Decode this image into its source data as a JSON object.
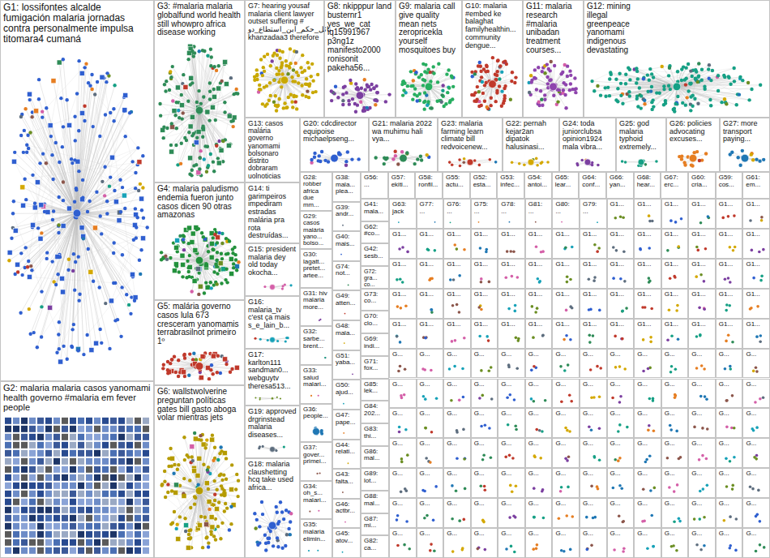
{
  "diagram": {
    "nodes": [
      {
        "text": [
          "G1: lossifontes alcalde fumigación malaria jornadas contra personalmente impulsa titomara4 cumaná"
        ]
      },
      {
        "text": [
          "G2: malaria malaria casos yanomami health governo #malaria em fever people"
        ]
      },
      {
        "text": [
          "G3: #malaria malaria globalfund world health still whowpro africa disease working"
        ]
      },
      {
        "text": [
          "G4: malaria paludismo endemia fueron junto casos dicen 90 otras amazonas"
        ]
      },
      {
        "text": [
          "G5: malária governo casos lula 673 cresceram yanomamis terrabrasilnot primeiro 1º"
        ]
      },
      {
        "text": [
          "G6: wallstwolverine preguntan políticas gates bill gasto aboga volar mientras jets"
        ]
      },
      {
        "text": [
          "G7: hearing yousaf malaria client lawyer outset suffering # نائل_حكم_ابن_استطاع_دو khanzadaa3 therefore"
        ]
      },
      {
        "text": [
          "G8: nkipppur land busternr1 yes_we_cat iq15991967 p3ng1z manifesto2000 ronisonit pakeha56..."
        ]
      },
      {
        "text": [
          "G9: malaria call give quality mean nets zeropricekla yourself mosquitoes buy"
        ]
      },
      {
        "text": [
          "G10: malaria #embed ke balaghat familyhealthin... community dengue..."
        ]
      },
      {
        "text": [
          "G11: malaria research #malaria unibadan treatment courses..."
        ]
      },
      {
        "text": [
          "G12: mining illegal greenpeace yanomami indigenous devastating"
        ]
      },
      {
        "text": [
          "G13: casos malária governo yanomami bolsonaro distrito dobraram uolnoticias"
        ]
      },
      {
        "text": [
          "G20: cdcdirector equipoise michaelpseng..."
        ]
      },
      {
        "text": [
          "G21: malaria 2022 wa muhimu hali vya..."
        ]
      },
      {
        "text": [
          "G23: malaria farming learn climate bill redvoicenew..."
        ]
      },
      {
        "text": [
          "G22: pernah kejar2an dipatok halusinasi..."
        ]
      },
      {
        "text": [
          "G24: toda juniorclubsa opinion1924 mala vibra..."
        ]
      },
      {
        "text": [
          "G25: god malaria typhoid extremely..."
        ]
      },
      {
        "text": [
          "G26: policies advocating excuses..."
        ]
      },
      {
        "text": [
          "G27: more transport paying..."
        ]
      },
      {
        "text": [
          "G14: ti garimpeiros impediram estradas malária pra rota destruídas..."
        ]
      },
      {
        "text": [
          "G15: president malaria dey old today okocha..."
        ]
      },
      {
        "text": [
          "G16: malaria_tv c'est ça mais s_e_lain_b..."
        ]
      },
      {
        "text": [
          "G17: karlton111 sandman0... webguytv theresa513..."
        ]
      },
      {
        "text": [
          "G19: approved drgrinstead malaria diseases..."
        ]
      },
      {
        "text": [
          "G18: malaria claushetting hcq take used africa..."
        ]
      },
      {
        "text": [
          "G28: robber africa due mm..."
        ]
      },
      {
        "text": [
          "G29: casos malária yano... bolso..."
        ]
      },
      {
        "text": [
          "G30: lagatt... pretet... artee..."
        ]
      },
      {
        "text": [
          "G31: hiv malaria more..."
        ]
      },
      {
        "text": [
          "G32: sarbe... brent..."
        ]
      },
      {
        "text": [
          "G33: salud malari..."
        ]
      },
      {
        "text": [
          "G36: people..."
        ]
      },
      {
        "text": [
          "G37: gover... primei..."
        ]
      },
      {
        "text": [
          "G34: oh_s... malari..."
        ]
      },
      {
        "text": [
          "G35: malaria elimin..."
        ]
      },
      {
        "text": [
          "G38: mala... plea..."
        ]
      },
      {
        "text": [
          "G39: andr..."
        ]
      },
      {
        "text": [
          "G40: mais..."
        ]
      },
      {
        "text": [
          "G74: not..."
        ]
      },
      {
        "text": [
          "G49: atten..."
        ]
      },
      {
        "text": [
          "G48: mala..."
        ]
      },
      {
        "text": [
          "G51: yaba..."
        ]
      },
      {
        "text": [
          "G50: ajud..."
        ]
      },
      {
        "text": [
          "G47: pape..."
        ]
      },
      {
        "text": [
          "G44: relati..."
        ]
      },
      {
        "text": [
          "G43: falta..."
        ]
      },
      {
        "text": [
          "G46: actbr..."
        ]
      },
      {
        "text": [
          "G45: atov..."
        ]
      },
      {
        "text": [
          "G56: ..."
        ]
      },
      {
        "text": [
          "G57: ekiti..."
        ]
      },
      {
        "text": [
          "G58: ronfil..."
        ]
      },
      {
        "text": [
          "G55: actu..."
        ]
      },
      {
        "text": [
          "G52: esta..."
        ]
      },
      {
        "text": [
          "G53: infec..."
        ]
      },
      {
        "text": [
          "G54: antoi..."
        ]
      },
      {
        "text": [
          "G65: lear..."
        ]
      },
      {
        "text": [
          "G64: conf..."
        ]
      },
      {
        "text": [
          "G66: yan..."
        ]
      },
      {
        "text": [
          "G68: hear..."
        ]
      },
      {
        "text": [
          "G67: erc..."
        ]
      },
      {
        "text": [
          "G60: cria..."
        ]
      },
      {
        "text": [
          "G59: cos..."
        ]
      },
      {
        "text": [
          "G61: em..."
        ]
      },
      {
        "text": [
          "G41: mala..."
        ]
      },
      {
        "text": [
          "G62: #co..."
        ]
      },
      {
        "text": [
          "G42: sesb..."
        ]
      },
      {
        "text": [
          "G72: gra... co..."
        ]
      },
      {
        "text": [
          "G73: co..."
        ]
      },
      {
        "text": [
          "G70: clo..."
        ]
      },
      {
        "text": [
          "G69: indi..."
        ]
      },
      {
        "text": [
          "G71: fox..."
        ]
      },
      {
        "text": [
          "G85: lek..."
        ]
      },
      {
        "text": [
          "G84: 202..."
        ]
      },
      {
        "text": [
          "G83: thi..."
        ]
      },
      {
        "text": [
          "G86: mal..."
        ]
      },
      {
        "text": [
          "G89: lot..."
        ]
      },
      {
        "text": [
          "G88: mal..."
        ]
      },
      {
        "text": [
          "G87: mi..."
        ]
      },
      {
        "text": [
          "G82: ca..."
        ]
      },
      {
        "text": [
          "G63: jack"
        ]
      },
      {
        "text": [
          "G77: ..."
        ]
      },
      {
        "text": [
          "G76: ..."
        ]
      },
      {
        "text": [
          "G75: ..."
        ]
      },
      {
        "text": [
          "G78: ..."
        ]
      },
      {
        "text": [
          "G81: ..."
        ]
      },
      {
        "text": [
          "G80: ..."
        ]
      },
      {
        "text": [
          "G79: ..."
        ]
      },
      {
        "text": [
          "G1..."
        ]
      },
      {
        "text": [
          "G1..."
        ]
      },
      {
        "text": [
          "G1..."
        ]
      },
      {
        "text": [
          "G1..."
        ]
      },
      {
        "text": [
          "G1..."
        ]
      },
      {
        "text": [
          "G1..."
        ]
      },
      {
        "text": [
          "G1..."
        ]
      },
      {
        "text": [
          "G1..."
        ]
      },
      {
        "text": [
          "G1..."
        ]
      },
      {
        "text": [
          "G1..."
        ]
      },
      {
        "text": [
          "G1..."
        ]
      },
      {
        "text": [
          "G1..."
        ]
      },
      {
        "text": [
          "G1..."
        ]
      },
      {
        "text": [
          "G1..."
        ]
      },
      {
        "text": [
          "G1..."
        ]
      },
      {
        "text": [
          "G1..."
        ]
      },
      {
        "text": [
          "G1..."
        ]
      },
      {
        "text": [
          "G1..."
        ]
      },
      {
        "text": [
          "G1..."
        ]
      },
      {
        "text": [
          "G1..."
        ]
      },
      {
        "text": [
          "G1..."
        ]
      },
      {
        "text": [
          "G1..."
        ]
      },
      {
        "text": [
          "G1..."
        ]
      },
      {
        "text": [
          "G1..."
        ]
      },
      {
        "text": [
          "G1..."
        ]
      },
      {
        "text": [
          "G1..."
        ]
      },
      {
        "text": [
          "G1..."
        ]
      },
      {
        "text": [
          "G1..."
        ]
      },
      {
        "text": [
          "G1..."
        ]
      },
      {
        "text": [
          "G1..."
        ]
      },
      {
        "text": [
          "G1..."
        ]
      },
      {
        "text": [
          "G1..."
        ]
      },
      {
        "text": [
          "G1..."
        ]
      },
      {
        "text": [
          "G1..."
        ]
      },
      {
        "text": [
          "G1..."
        ]
      },
      {
        "text": [
          "G1..."
        ]
      },
      {
        "text": [
          "G1..."
        ]
      },
      {
        "text": [
          "G1..."
        ]
      },
      {
        "text": [
          "G1..."
        ]
      },
      {
        "text": [
          "G1..."
        ]
      },
      {
        "text": [
          "G1..."
        ]
      },
      {
        "text": [
          "G1..."
        ]
      },
      {
        "text": [
          "G1..."
        ]
      },
      {
        "text": [
          "G1..."
        ]
      },
      {
        "text": [
          "G1..."
        ]
      },
      {
        "text": [
          "G1..."
        ]
      },
      {
        "text": [
          "G1..."
        ]
      },
      {
        "text": [
          "G1..."
        ]
      },
      {
        "text": [
          "G1..."
        ]
      },
      {
        "text": [
          "G1..."
        ]
      },
      {
        "text": [
          "G1..."
        ]
      },
      {
        "text": [
          "G1..."
        ]
      },
      {
        "text": [
          "G1..."
        ]
      },
      {
        "text": [
          "G1..."
        ]
      },
      {
        "text": [
          "G1..."
        ]
      },
      {
        "text": [
          "G1..."
        ]
      },
      {
        "text": [
          "G1..."
        ]
      },
      {
        "text": [
          "G1..."
        ]
      },
      {
        "text": [
          "G1..."
        ]
      },
      {
        "text": [
          "G1..."
        ]
      },
      {
        "text": [
          "G1..."
        ]
      },
      {
        "text": [
          "G1..."
        ]
      },
      {
        "text": [
          "G..."
        ]
      },
      {
        "text": [
          "G..."
        ]
      },
      {
        "text": [
          "G..."
        ]
      },
      {
        "text": [
          "G..."
        ]
      },
      {
        "text": [
          "G..."
        ]
      },
      {
        "text": [
          "G..."
        ]
      },
      {
        "text": [
          "G..."
        ]
      },
      {
        "text": [
          "G..."
        ]
      },
      {
        "text": [
          "G..."
        ]
      },
      {
        "text": [
          "G..."
        ]
      },
      {
        "text": [
          "G..."
        ]
      },
      {
        "text": [
          "G..."
        ]
      },
      {
        "text": [
          "G..."
        ]
      },
      {
        "text": [
          "G..."
        ]
      },
      {
        "text": [
          "G..."
        ]
      },
      {
        "text": [
          "G..."
        ]
      },
      {
        "text": [
          "G..."
        ]
      },
      {
        "text": [
          "G..."
        ]
      },
      {
        "text": [
          "G..."
        ]
      },
      {
        "text": [
          "G..."
        ]
      },
      {
        "text": [
          "G..."
        ]
      },
      {
        "text": [
          "G..."
        ]
      },
      {
        "text": [
          "G..."
        ]
      },
      {
        "text": [
          "G..."
        ]
      },
      {
        "text": [
          "G..."
        ]
      },
      {
        "text": [
          "G..."
        ]
      },
      {
        "text": [
          "G..."
        ]
      },
      {
        "text": [
          "G..."
        ]
      },
      {
        "text": [
          "G..."
        ]
      },
      {
        "text": [
          "G..."
        ]
      },
      {
        "text": [
          "G..."
        ]
      },
      {
        "text": [
          "G..."
        ]
      },
      {
        "text": [
          "G..."
        ]
      },
      {
        "text": [
          "G..."
        ]
      },
      {
        "text": [
          "G..."
        ]
      },
      {
        "text": [
          "G..."
        ]
      },
      {
        "text": [
          "G..."
        ]
      },
      {
        "text": [
          "G..."
        ]
      },
      {
        "text": [
          "G..."
        ]
      },
      {
        "text": [
          "G..."
        ]
      },
      {
        "text": [
          "G..."
        ]
      },
      {
        "text": [
          "G..."
        ]
      },
      {
        "text": [
          "G..."
        ]
      },
      {
        "text": [
          "G..."
        ]
      },
      {
        "text": [
          "G..."
        ]
      },
      {
        "text": [
          "G..."
        ]
      },
      {
        "text": [
          "G..."
        ]
      },
      {
        "text": [
          "G..."
        ]
      },
      {
        "text": [
          "G..."
        ]
      },
      {
        "text": [
          "G..."
        ]
      },
      {
        "text": [
          "G..."
        ]
      },
      {
        "text": [
          "G..."
        ]
      },
      {
        "text": [
          "G..."
        ]
      },
      {
        "text": [
          "G..."
        ]
      },
      {
        "text": [
          "G..."
        ]
      },
      {
        "text": [
          "G..."
        ]
      },
      {
        "text": [
          "G..."
        ]
      },
      {
        "text": [
          "G..."
        ]
      },
      {
        "text": [
          "G..."
        ]
      },
      {
        "text": [
          "G..."
        ]
      },
      {
        "text": [
          "G..."
        ]
      },
      {
        "text": [
          "G..."
        ]
      },
      {
        "text": [
          "G..."
        ]
      },
      {
        "text": [
          "G..."
        ]
      },
      {
        "text": [
          "G..."
        ]
      },
      {
        "text": [
          "G..."
        ]
      },
      {
        "text": [
          "G..."
        ]
      },
      {
        "text": [
          "G..."
        ]
      },
      {
        "text": [
          "G..."
        ]
      },
      {
        "text": [
          "G..."
        ]
      },
      {
        "text": [
          "G..."
        ]
      },
      {
        "text": [
          "G..."
        ]
      },
      {
        "text": [
          "G..."
        ]
      },
      {
        "text": [
          "G..."
        ]
      },
      {
        "text": [
          "G..."
        ]
      },
      {
        "text": [
          "G..."
        ]
      },
      {
        "text": [
          "G..."
        ]
      },
      {
        "text": [
          "G..."
        ]
      },
      {
        "text": [
          "G..."
        ]
      },
      {
        "text": [
          "G..."
        ]
      },
      {
        "text": [
          "G..."
        ]
      },
      {
        "text": [
          "G..."
        ]
      },
      {
        "text": [
          "G..."
        ]
      },
      {
        "text": [
          "G..."
        ]
      },
      {
        "text": [
          "G..."
        ]
      },
      {
        "text": [
          "G..."
        ]
      },
      {
        "text": [
          "G..."
        ]
      },
      {
        "text": [
          "G..."
        ]
      },
      {
        "text": [
          "G..."
        ]
      },
      {
        "text": [
          "G..."
        ]
      },
      {
        "text": [
          "G..."
        ]
      },
      {
        "text": [
          "G..."
        ]
      },
      {
        "text": [
          "G..."
        ]
      },
      {
        "text": [
          "G..."
        ]
      },
      {
        "text": [
          "G..."
        ]
      },
      {
        "text": [
          "G..."
        ]
      },
      {
        "text": [
          "G..."
        ]
      },
      {
        "text": [
          "G..."
        ]
      }
    ]
  }
}
